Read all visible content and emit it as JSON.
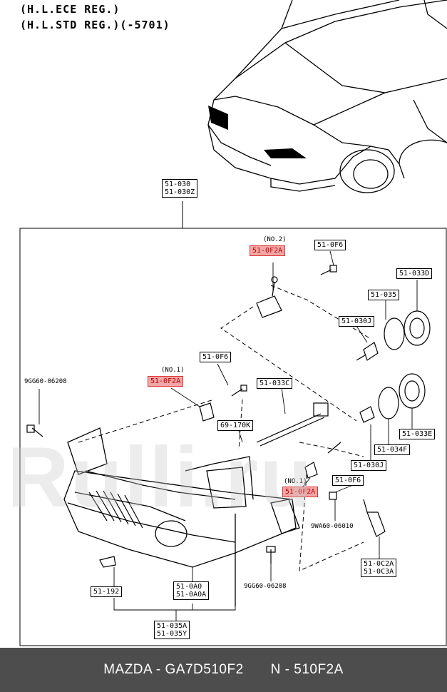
{
  "header": {
    "line1": "(H.L.ECE REG.)",
    "line2": "(H.L.STD REG.)(-5701)"
  },
  "labels": {
    "assy": "51-030\n51-030Z",
    "no2": "(NO.2)",
    "part_0f2a_top": "51-0F2A",
    "part_0f6_top": "51-0F6",
    "part_033d": "51-033D",
    "part_035": "51-035",
    "part_030j_top": "51-030J",
    "no1_left": "(NO.1)",
    "part_0f2a_left": "51-0F2A",
    "part_0f6_mid": "51-0F6",
    "bolt_left": "9GG60-06208",
    "part_033c": "51-033C",
    "part_170k": "69-170K",
    "part_033e": "51-033E",
    "part_034f": "51-034F",
    "part_030j_bottom": "51-030J",
    "no1_right": "(NO.1)",
    "part_0f2a_right": "51-0F2A",
    "part_0f6_right": "51-0F6",
    "nut": "9WA60-06010",
    "part_0c2a": "51-0C2A\n51-0C3A",
    "part_192": "51-192",
    "part_0a0": "51-0A0\n51-0A0A",
    "bolt_bottom": "9GG60-06208",
    "part_035a": "51-035A\n51-035Y"
  },
  "watermark": "Rulli.ru",
  "footer": {
    "part_number": "MAZDA - GA7D510F2",
    "code": "N - 510F2A"
  }
}
